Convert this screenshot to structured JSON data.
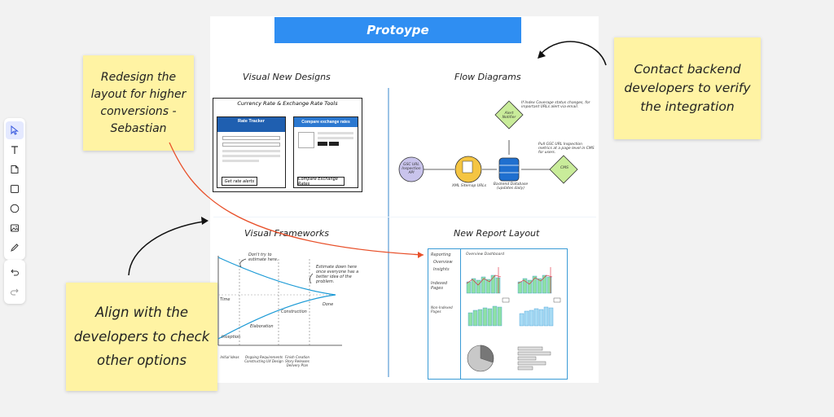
{
  "board": {
    "banner_title": "Protoype",
    "sections": {
      "visual_new_designs": "Visual New Designs",
      "flow_diagrams": "Flow Diagrams",
      "visual_frameworks": "Visual Frameworks",
      "new_report_layout": "New Report Layout"
    },
    "visual_new_designs": {
      "frame_title": "Currency Rate & Exchange Rate Tools",
      "left_card_title": "Rate Tracker",
      "right_card_title": "Compare exchange rates",
      "left_button": "Get rate alerts",
      "right_button": "Compare Exchange Rates"
    },
    "flow_diagrams": {
      "left_node": "GSC URL Inspection API",
      "sitemap_node": "XML Sitemap URLs",
      "database_node": "Backend Database (updates daily)",
      "diamond_top": "Alert Notifier",
      "diamond_right": "CMS",
      "note_top": "If Index Coverage status changes, for important URLs alert via email.",
      "note_right": "Pull GSC URL Inspection metrics at a page level in CMS for users."
    },
    "visual_frameworks": {
      "note_top": "Don't try to estimate here.",
      "note_right": "Estimate down here once everyone has a better idea of the problem.",
      "label_time": "Time",
      "label_done": "Done",
      "label_construction": "Construction",
      "label_elaboration": "Elaboration",
      "label_inception": "Inception",
      "phase1": "Initial Ideas",
      "phase2": "Ongoing Requirements Constructing UX Design",
      "phase3": "Finish Creation Story Releases Delivery Plan"
    },
    "new_report_layout": {
      "sidebar_items": [
        "Reporting",
        "Overview",
        "Insights",
        "Indexed Pages",
        "Non-Indexed Pages"
      ],
      "dashboard_title": "Overview Dashboard"
    }
  },
  "stickies": {
    "note1": "Redesign the layout for higher conversions - Sebastian",
    "note2": "Contact backend developers to verify the integration",
    "note3": "Align with the developers to check other options"
  },
  "toolbar": {
    "tools": [
      "select-icon",
      "text-icon",
      "sticky-note-icon",
      "rectangle-icon",
      "ellipse-icon",
      "image-icon",
      "pen-icon"
    ],
    "history": [
      "undo-icon",
      "redo-icon"
    ]
  },
  "colors": {
    "banner": "#2f8ef2",
    "sticky": "#fff3a3",
    "connector": "#e8502a",
    "divider": "#9cc3e6",
    "frame_blue": "#3a9bd6",
    "chart_green": "#8fe0a6"
  }
}
